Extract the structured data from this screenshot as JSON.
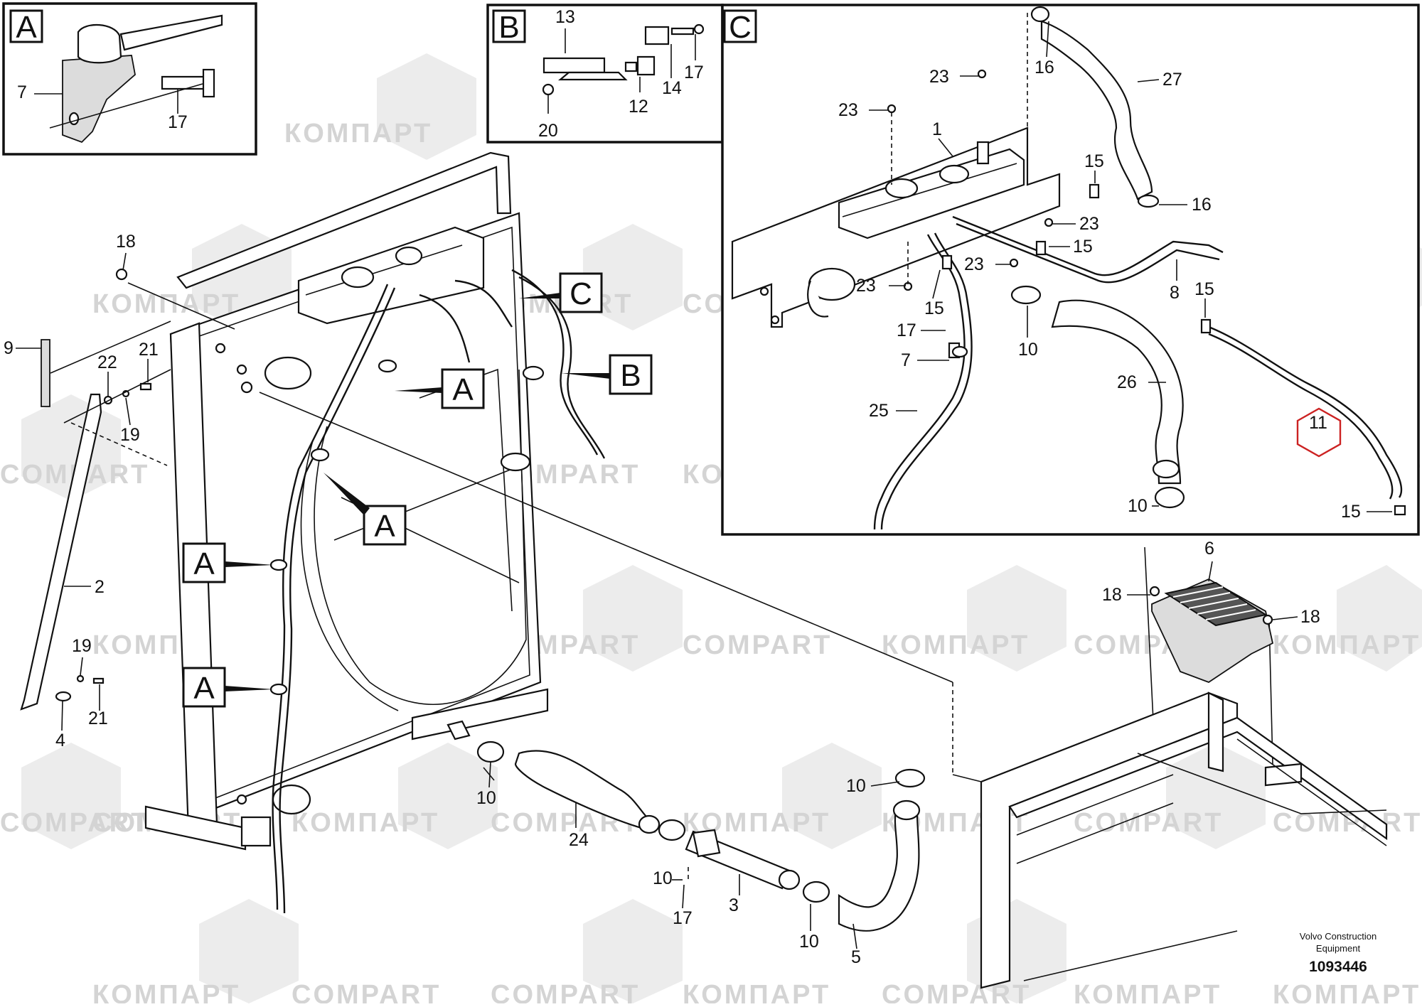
{
  "panel_letters": {
    "a": "A",
    "b": "B",
    "c": "C"
  },
  "panel_a": {
    "c7": "7",
    "c17": "17"
  },
  "panel_b": {
    "c13": "13",
    "c20": "20",
    "c12": "12",
    "c14": "14",
    "c17": "17"
  },
  "panel_c": {
    "c16a": "16",
    "c27": "27",
    "c23a": "23",
    "c23b": "23",
    "c1": "1",
    "c15a": "15",
    "c16b": "16",
    "c23c": "23",
    "c15b": "15",
    "c23d": "23",
    "c23e": "23",
    "c8": "8",
    "c15c": "15",
    "c15d": "15",
    "c17": "17",
    "c10a": "10",
    "c7": "7",
    "c26": "26",
    "c25": "25",
    "c11": "11",
    "c10b": "10",
    "c15e": "15"
  },
  "main": {
    "c18": "18",
    "c9": "9",
    "c22": "22",
    "c21a": "21",
    "c19a": "19",
    "c2": "2",
    "c19b": "19",
    "c21b": "21",
    "c4": "4",
    "c10a": "10",
    "c24": "24",
    "c10b": "10",
    "c17": "17",
    "c3": "3",
    "c10c": "10",
    "c5": "5",
    "c10d": "10",
    "c6": "6",
    "c18b": "18",
    "c18c": "18",
    "tag_c": "C",
    "tag_b": "B",
    "tag_a1": "A",
    "tag_a2": "A",
    "tag_a3": "A",
    "tag_a4": "A"
  },
  "brand": {
    "line1": "Volvo Construction",
    "line2": "Equipment",
    "code": "1093446"
  },
  "watermark": {
    "cyrillic": "КОМПАРТ",
    "latin": "COMPART"
  },
  "colors": {
    "highlight": "#cc2222",
    "watermark": "#d4d4d4"
  }
}
